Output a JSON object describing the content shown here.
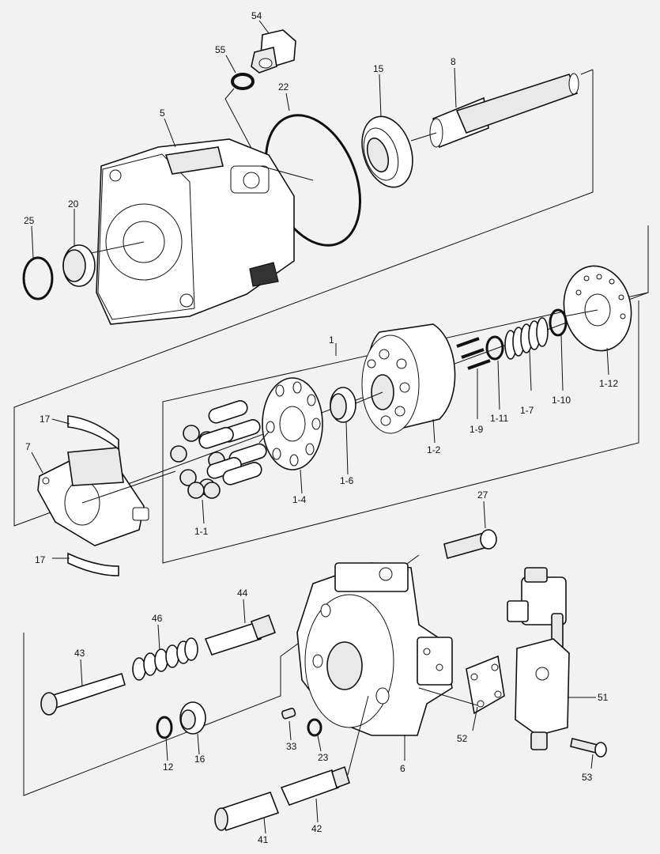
{
  "labels": {
    "l54": "54",
    "l55": "55",
    "l22": "22",
    "l15": "15",
    "l8": "8",
    "l5": "5",
    "l20": "20",
    "l25": "25",
    "l1": "1",
    "l1_12": "1-12",
    "l1_10": "1-10",
    "l1_7": "1-7",
    "l1_11": "1-11",
    "l1_9": "1-9",
    "l1_2": "1-2",
    "l1_6": "1-6",
    "l1_4": "1-4",
    "l1_1": "1-1",
    "l17a": "17",
    "l7": "7",
    "l17b": "17",
    "l27": "27",
    "l44": "44",
    "l46": "46",
    "l43": "43",
    "l12": "12",
    "l16": "16",
    "l33": "33",
    "l23": "23",
    "l6": "6",
    "l52": "52",
    "l51": "51",
    "l53": "53",
    "l41": "41",
    "l42": "42"
  }
}
